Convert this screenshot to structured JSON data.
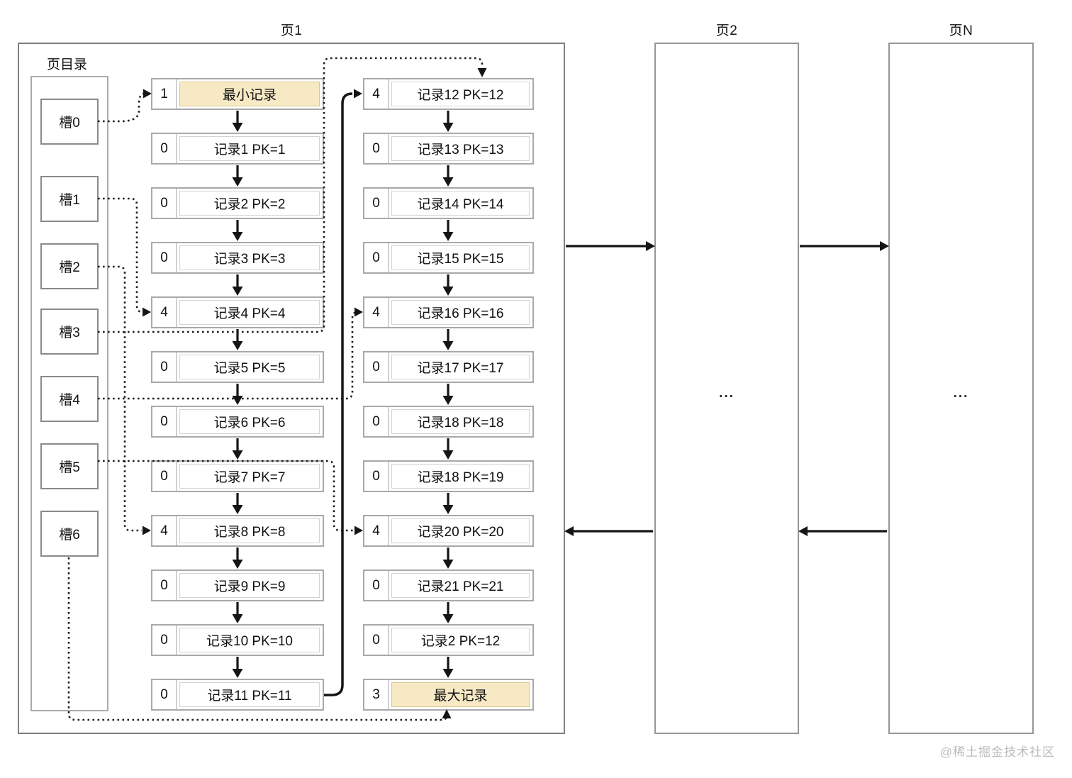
{
  "titles": {
    "page1": "页1",
    "page2": "页2",
    "pageN": "页N"
  },
  "page1": {
    "directory_label": "页目录",
    "slots": [
      "槽0",
      "槽1",
      "槽2",
      "槽3",
      "槽4",
      "槽5",
      "槽6"
    ],
    "left_records": [
      {
        "num": "1",
        "label": "最小记录",
        "special": true
      },
      {
        "num": "0",
        "label": "记录1 PK=1"
      },
      {
        "num": "0",
        "label": "记录2 PK=2"
      },
      {
        "num": "0",
        "label": "记录3 PK=3"
      },
      {
        "num": "4",
        "label": "记录4 PK=4"
      },
      {
        "num": "0",
        "label": "记录5 PK=5"
      },
      {
        "num": "0",
        "label": "记录6 PK=6"
      },
      {
        "num": "0",
        "label": "记录7 PK=7"
      },
      {
        "num": "4",
        "label": "记录8 PK=8"
      },
      {
        "num": "0",
        "label": "记录9 PK=9"
      },
      {
        "num": "0",
        "label": "记录10 PK=10"
      },
      {
        "num": "0",
        "label": "记录11 PK=11"
      }
    ],
    "right_records": [
      {
        "num": "4",
        "label": "记录12 PK=12"
      },
      {
        "num": "0",
        "label": "记录13 PK=13"
      },
      {
        "num": "0",
        "label": "记录14 PK=14"
      },
      {
        "num": "0",
        "label": "记录15 PK=15"
      },
      {
        "num": "4",
        "label": "记录16 PK=16"
      },
      {
        "num": "0",
        "label": "记录17 PK=17"
      },
      {
        "num": "0",
        "label": "记录18 PK=18"
      },
      {
        "num": "0",
        "label": "记录18 PK=19"
      },
      {
        "num": "4",
        "label": "记录20 PK=20"
      },
      {
        "num": "0",
        "label": "记录21 PK=21"
      },
      {
        "num": "0",
        "label": "记录2 PK=12"
      },
      {
        "num": "3",
        "label": "最大记录",
        "special": true
      }
    ]
  },
  "page2": {
    "ellipsis": "..."
  },
  "pageN": {
    "ellipsis": "..."
  },
  "watermark": "@稀土掘金技术社区"
}
